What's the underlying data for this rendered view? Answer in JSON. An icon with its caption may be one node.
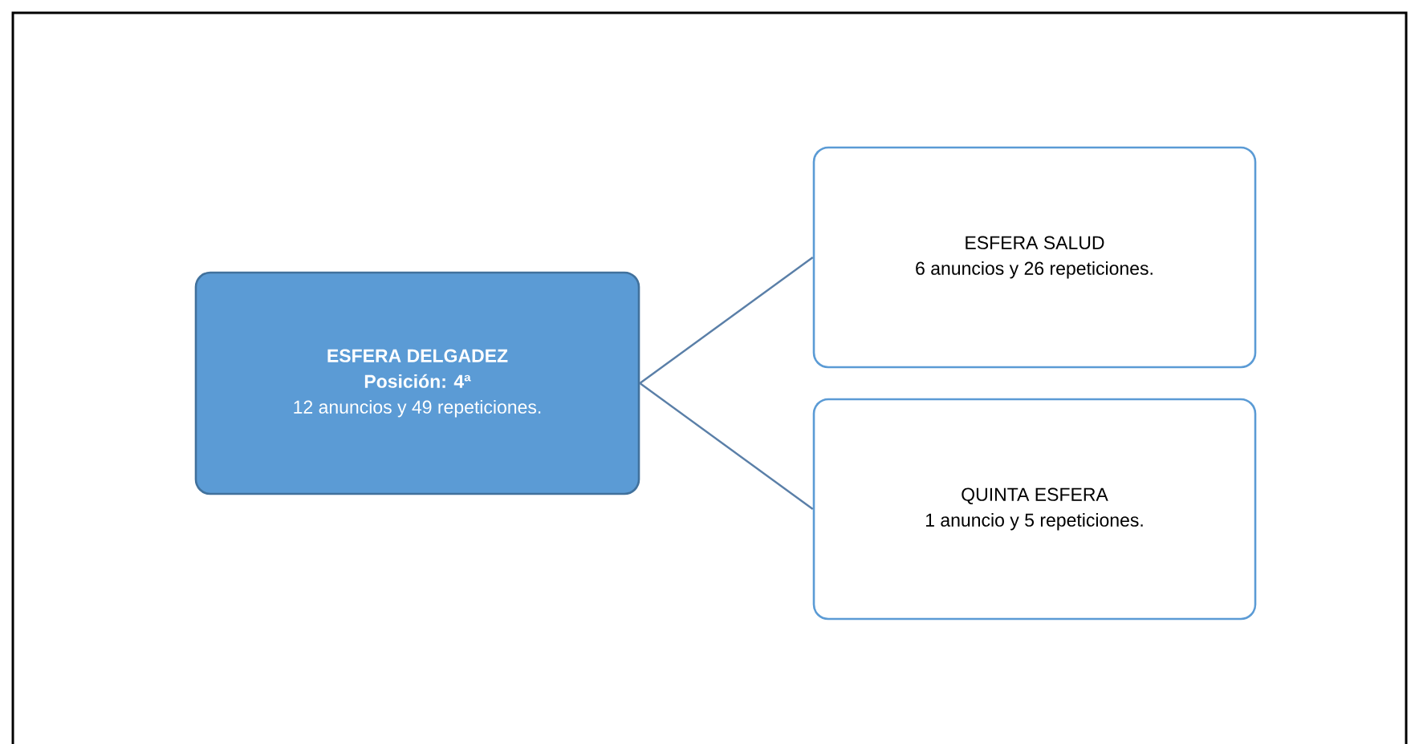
{
  "diagram": {
    "nodes": [
      {
        "text": [
          "ESFERA DELGADEZ",
          "Posición: 4ª",
          "12 anuncios y 49 repeticiones."
        ]
      },
      {
        "text": [
          "ESFERA SALUD",
          "6 anuncios y 26 repeticiones."
        ]
      },
      {
        "text": [
          "QUINTA  ESFERA",
          "1 anuncio y 5 repeticiones."
        ]
      }
    ],
    "edges": [
      {
        "from": 0,
        "to": 1,
        "arrow": "none"
      },
      {
        "from": 0,
        "to": 2,
        "arrow": "none"
      }
    ]
  }
}
